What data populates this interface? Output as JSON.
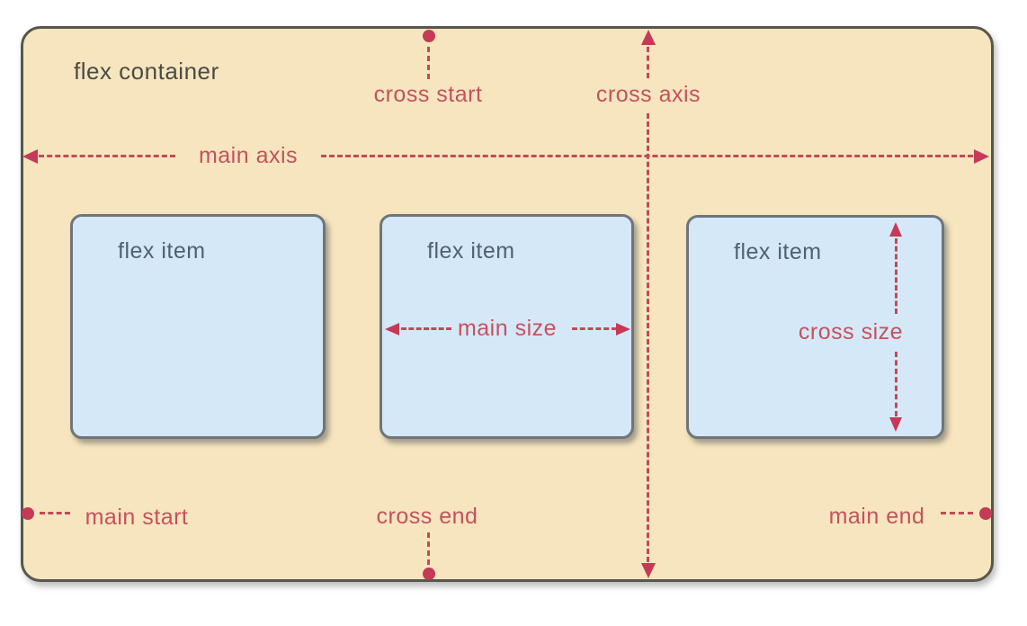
{
  "diagram": {
    "container_label": "flex container",
    "items": [
      {
        "label": "flex item"
      },
      {
        "label": "flex item"
      },
      {
        "label": "flex item"
      }
    ],
    "annotations": {
      "cross_start": "cross start",
      "cross_axis": "cross axis",
      "main_axis": "main axis",
      "main_size": "main size",
      "cross_size": "cross size",
      "main_start": "main start",
      "cross_end": "cross end",
      "main_end": "main end"
    },
    "colors": {
      "container_bg": "#f6e5be",
      "container_border": "#57574c",
      "item_bg": "#d5e8f8",
      "item_border": "#6e757b",
      "item_text": "#50626f",
      "container_text": "#4b4b45",
      "annotation": "#c4525f",
      "marker": "#c43a57",
      "dash": "#bf4b57"
    }
  }
}
